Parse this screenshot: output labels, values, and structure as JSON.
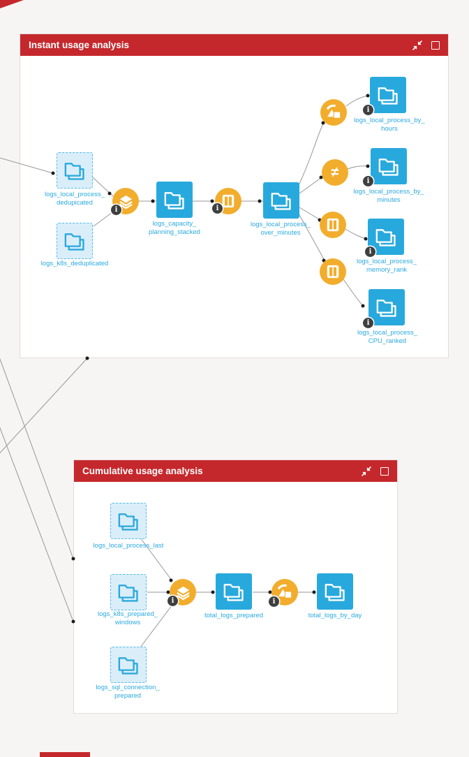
{
  "glyphs": {
    "info": "i",
    "distinct": "≠"
  },
  "colors": {
    "zone_header_red": "#c5282c",
    "dataset_blue": "#28a9dd",
    "shared_dataset_fill": "#daeef9",
    "shared_dataset_border": "#55bce9",
    "recipe_yellow": "#f2ad2d",
    "label_blue": "#2aa9e0",
    "edge_gray": "#979797"
  },
  "z1": {
    "title": "Instant usage analysis",
    "ds": [
      {
        "l1": "logs_local_process_",
        "l2": "dedupicated"
      },
      {
        "l1": "logs_k8s_deduplicated"
      },
      {
        "l1": "logs_capacity_",
        "l2": "planning_stacked"
      },
      {
        "l1": "logs_local_process_",
        "l2": "over_minutes"
      },
      {
        "l1": "logs_local_process_by_",
        "l2": "hours"
      },
      {
        "l1": "logs_local_process_by_",
        "l2": "minutes"
      },
      {
        "l1": "logs_local_process_",
        "l2": "memory_rank"
      },
      {
        "l1": "logs_local_process_",
        "l2": "CPU_ranked"
      }
    ]
  },
  "z2": {
    "title": "Cumulative usage analysis",
    "ds": [
      {
        "l1": "logs_local_process_last"
      },
      {
        "l1": "logs_k8s_prepared_",
        "l2": "windows"
      },
      {
        "l1": "logs_sql_connection_",
        "l2": "prepared"
      },
      {
        "l1": "total_logs_prepared"
      },
      {
        "l1": "total_logs_by_day"
      }
    ]
  }
}
